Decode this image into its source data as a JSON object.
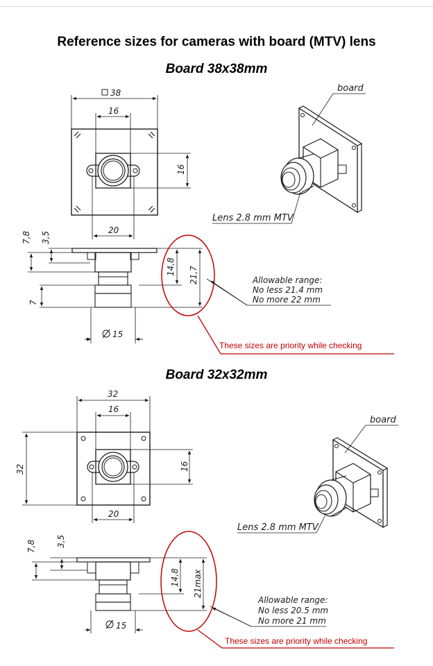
{
  "title": "Reference sizes for cameras with board (MTV) lens",
  "boards": [
    {
      "heading": "Board 38x38mm",
      "top_width": "38",
      "center_width": "16",
      "center_height": "16",
      "bottom_width": "20",
      "side_offset_1": "7,8",
      "side_offset_2": "3,5",
      "side_offset_3": "7",
      "height_1": "14,8",
      "height_2": "21,7",
      "diameter": "15",
      "board_label": "board",
      "lens_label": "Lens 2.8 mm MTV",
      "range_title": "Allowable range:",
      "range_min": "No less 21.4 mm",
      "range_max": "No more 22 mm",
      "priority_note": "These sizes are priority while checking"
    },
    {
      "heading": "Board 32x32mm",
      "top_width": "32",
      "center_width": "16",
      "left_height": "32",
      "center_height": "16",
      "bottom_width": "20",
      "side_offset_1": "7,8",
      "side_offset_2": "3,5",
      "height_1": "14,8",
      "height_2": "21max",
      "diameter": "15",
      "board_label": "board",
      "lens_label": "Lens 2.8 mm MTV",
      "range_title": "Allowable range:",
      "range_min": "No less 20.5 mm",
      "range_max": "No more 21 mm",
      "priority_note": "These sizes are priority while checking"
    }
  ],
  "colors": {
    "ink": "#1a1a1a",
    "highlight": "#c00000"
  }
}
